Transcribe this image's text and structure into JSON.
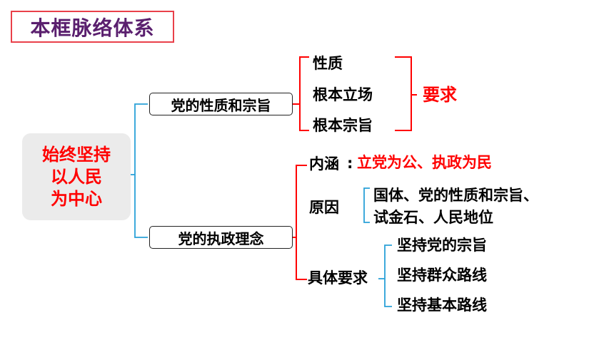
{
  "title": "本框脉络体系",
  "center": {
    "lines": [
      "始终坚持",
      "以人民",
      "为中心"
    ]
  },
  "branch_nature": {
    "label": "党的性质和宗旨",
    "items": [
      "性质",
      "根本立场",
      "根本宗旨"
    ],
    "summary": "要求"
  },
  "branch_governance": {
    "label": "党的执政理念",
    "connotation_label": "内涵",
    "colon": ":",
    "connotation_value": "立党为公、执政为民",
    "reason_label": "原因",
    "reason_lines": [
      "国体、党的性质和宗旨、",
      "试金石、人民地位"
    ],
    "requirements_label": "具体要求",
    "requirements": [
      "坚持党的宗旨",
      "坚持群众路线",
      "坚持基本路线"
    ]
  },
  "colors": {
    "title_border": "#e9404a",
    "title_text": "#5a1f6e",
    "accent_red": "#ff0000",
    "bracket_blue": "#2aa1d8",
    "center_bg": "#ebebeb"
  }
}
